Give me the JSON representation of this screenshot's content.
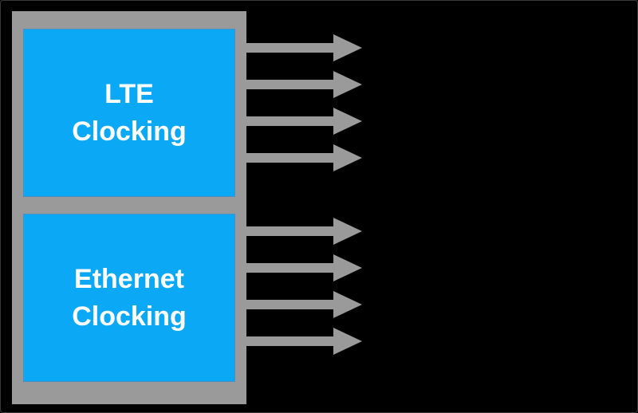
{
  "diagram": {
    "blocks": [
      {
        "label": "LTE\nClocking",
        "output_count": 4
      },
      {
        "label": "Ethernet\nClocking",
        "output_count": 4
      }
    ]
  },
  "colors": {
    "background": "#000000",
    "chip": "#9a9a9a",
    "block_fill": "#0aa8f5",
    "block_text": "#ffffff",
    "arrow": "#9a9a9a"
  }
}
